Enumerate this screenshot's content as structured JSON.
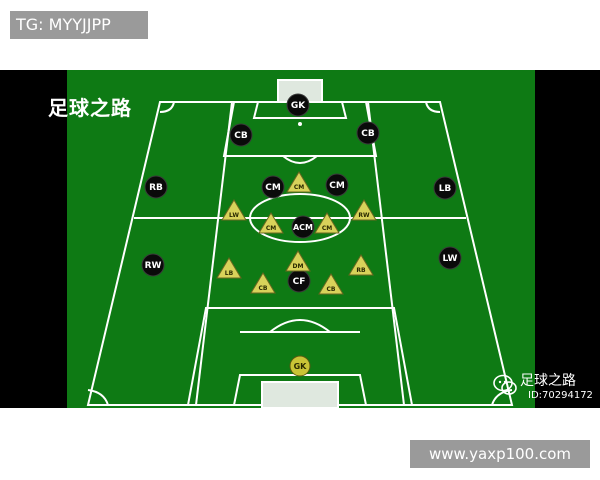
{
  "tag": "TG: MYYJJPP",
  "video_title": "足球之路",
  "watermark": {
    "name": "足球之路",
    "id": "ID:70294172"
  },
  "site": "www.yaxp100.com",
  "colors": {
    "pitch": "#0e7a14",
    "line": "#ffffff",
    "circle_marker": "#0a0a0a",
    "triangle_marker": "#d8d25a",
    "goalkeeper_marker": "#c9c436"
  },
  "positions": {
    "circle": [
      "GK",
      "CB",
      "CB",
      "RB",
      "CM",
      "CM",
      "LB",
      "ACM",
      "RW",
      "LW",
      "CF"
    ],
    "triangle": [
      "CM",
      "LW",
      "CM",
      "CM",
      "RW",
      "DM",
      "LB",
      "RB",
      "CB",
      "CB"
    ],
    "goalkeeper": "GK"
  }
}
